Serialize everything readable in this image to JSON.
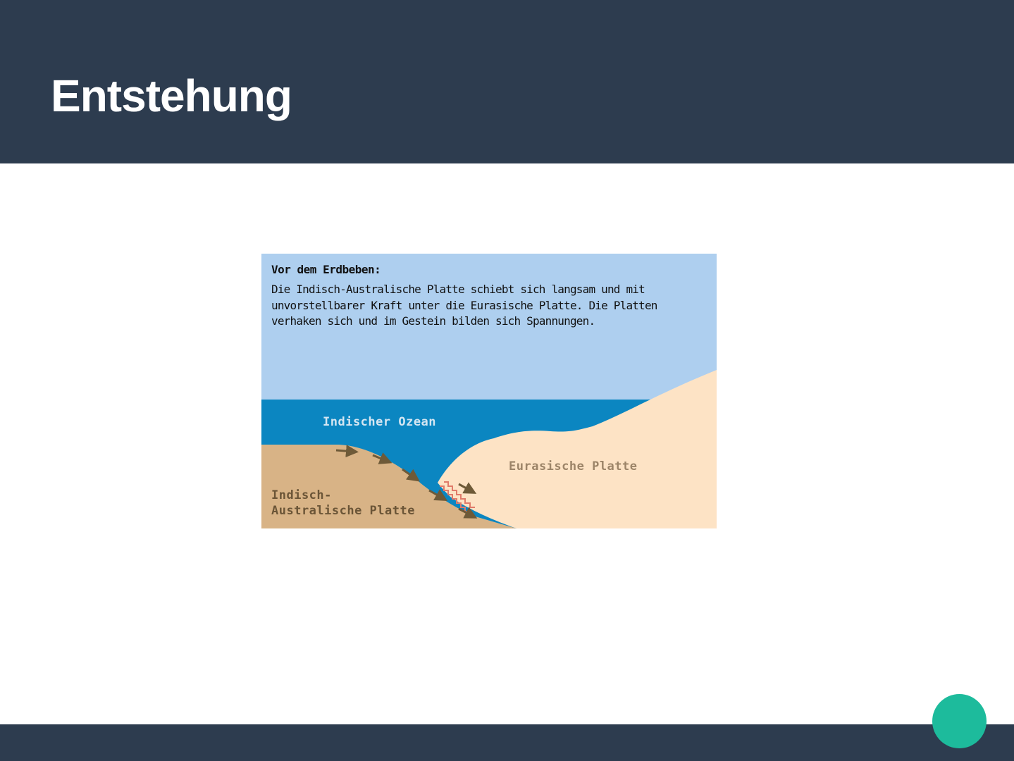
{
  "slide": {
    "title": "Entstehung"
  },
  "figure": {
    "caption_heading": "Vor dem Erdbeben:",
    "caption_body": "Die Indisch-Australische Platte schiebt sich langsam und mit unvorstellbarer Kraft unter die Eurasische Platte. Die Platten verhaken sich und im Gestein bilden sich Spannungen.",
    "label_ocean": "Indischer Ozean",
    "label_eurasian": "Eurasische Platte",
    "label_indo_australian": "Indisch-\nAustralische Platte"
  },
  "colors": {
    "header_bg": "#2d3c4f",
    "accent_dot": "#1dbb9c",
    "sky": "#aecfef",
    "ocean": "#0b86c1",
    "eurasian_plate": "#fde3c5",
    "indo_australian_plate": "#d8b386",
    "arrow": "#6e5a38",
    "stress_zone": "#e07b6a"
  }
}
